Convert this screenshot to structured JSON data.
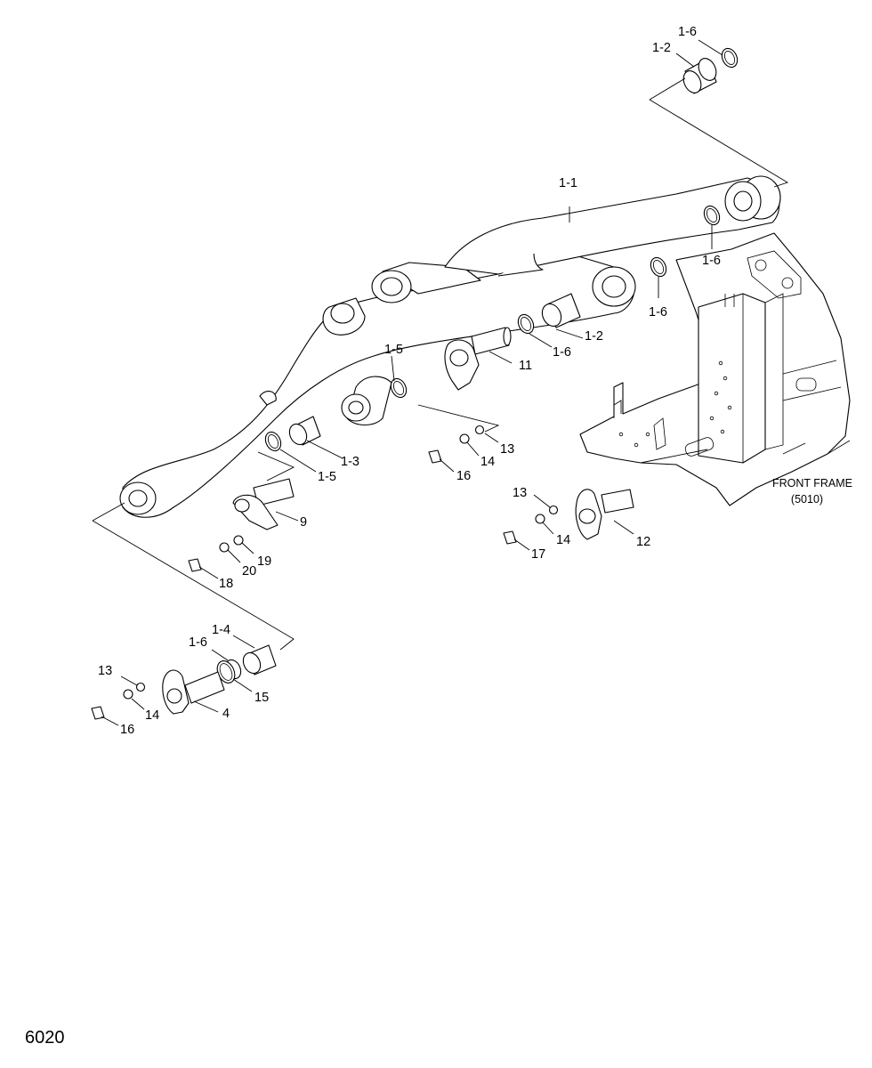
{
  "page_number": "6020",
  "front_frame": {
    "name": "FRONT FRAME",
    "ref": "(5010)"
  },
  "callouts": [
    "1-1",
    "1-2",
    "1-2",
    "1-3",
    "1-4",
    "1-5",
    "1-5",
    "1-6",
    "1-6",
    "1-6",
    "1-6",
    "1-6",
    "4",
    "9",
    "11",
    "12",
    "13",
    "13",
    "13",
    "14",
    "14",
    "14",
    "15",
    "16",
    "16",
    "17",
    "18",
    "19",
    "20"
  ]
}
